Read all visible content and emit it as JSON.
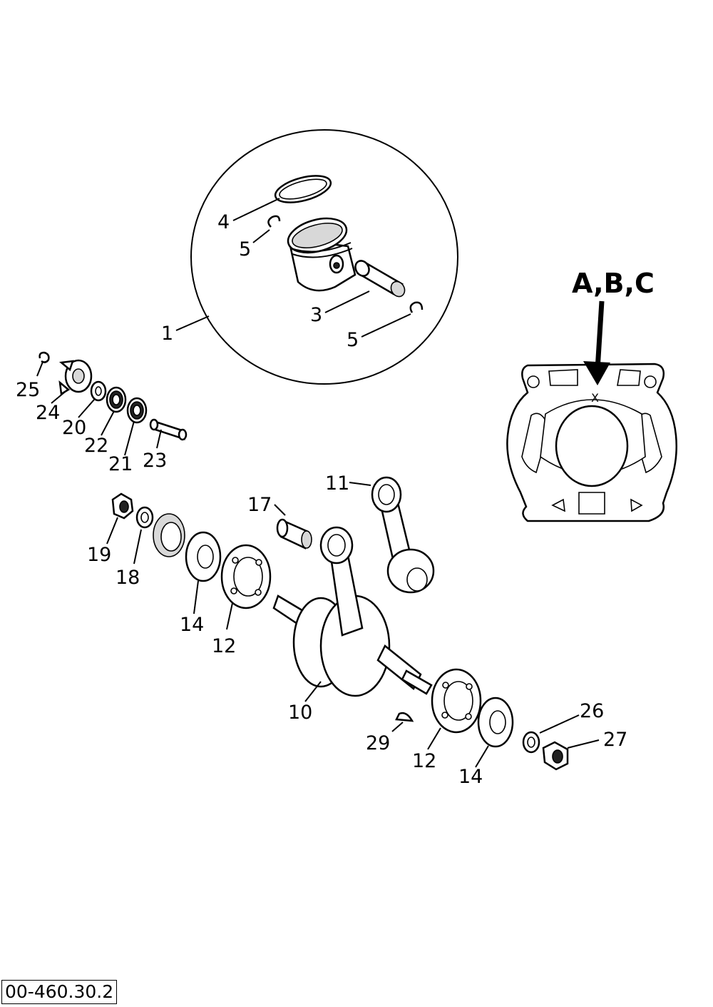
{
  "labels": {
    "p1": "1",
    "p3": "3",
    "p4": "4",
    "p5a": "5",
    "p5b": "5",
    "p10": "10",
    "p11": "11",
    "p12a": "12",
    "p12b": "12",
    "p14a": "14",
    "p14b": "14",
    "p17": "17",
    "p18": "18",
    "p19": "19",
    "p20": "20",
    "p21": "21",
    "p22": "22",
    "p23": "23",
    "p24": "24",
    "p25": "25",
    "p26": "26",
    "p27": "27",
    "p29": "29"
  },
  "cylinder_marker": {
    "label": "A,B,C",
    "mark": "X"
  },
  "reference_code": "00-460.30.2"
}
